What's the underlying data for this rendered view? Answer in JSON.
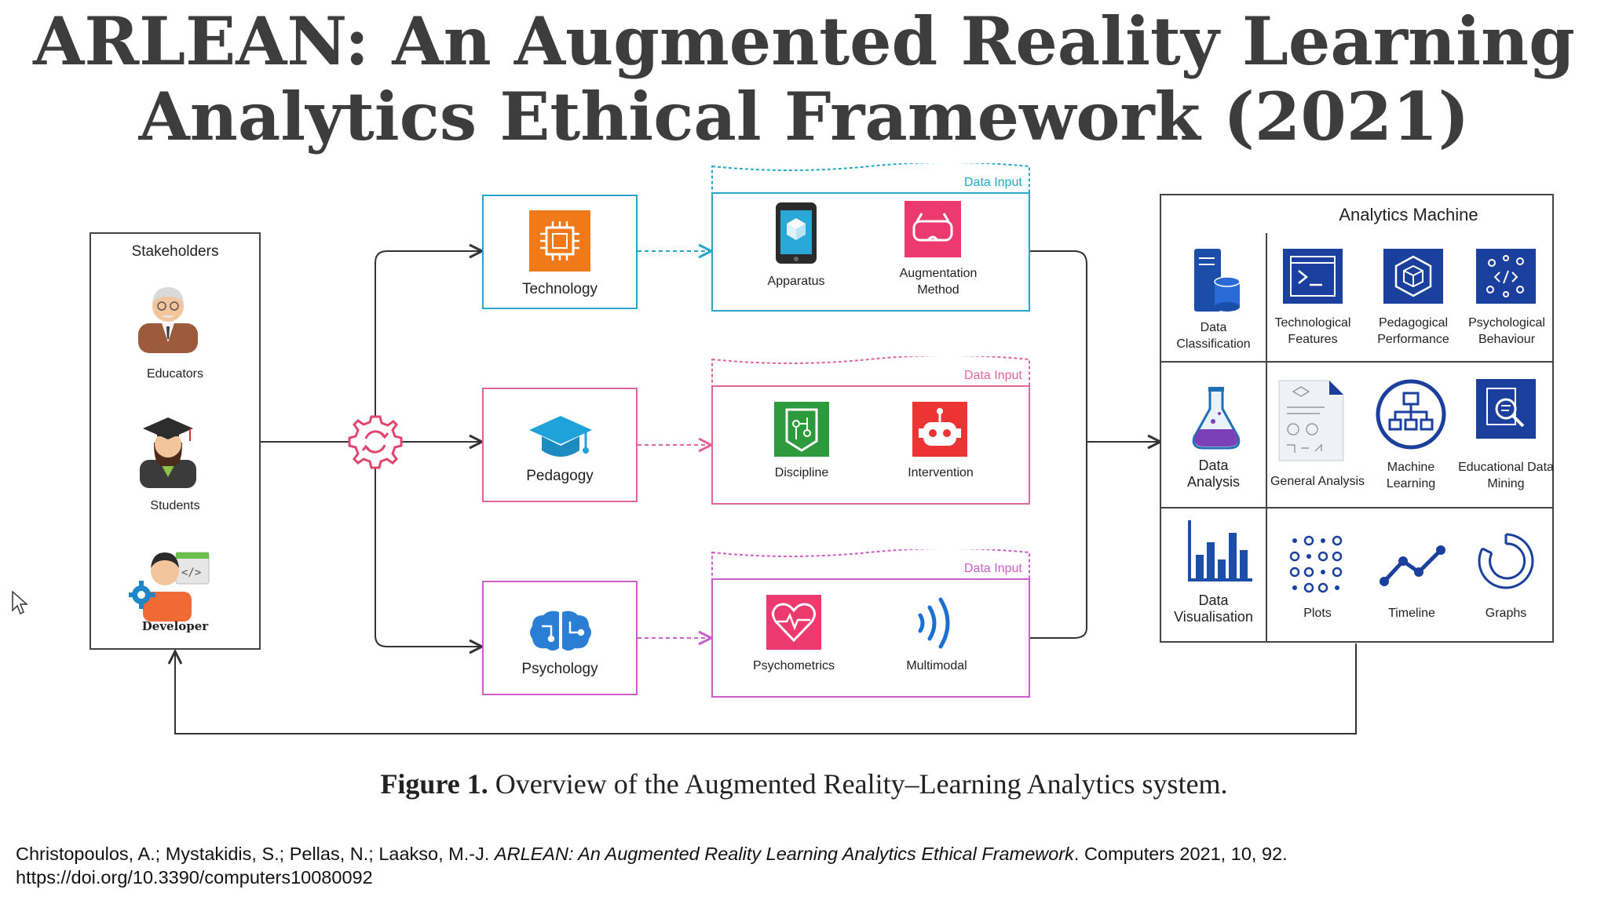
{
  "title": {
    "line1": "ARLEAN: An Augmented Reality Learning",
    "line2": "Analytics Ethical Framework (2021)"
  },
  "stakeholders": {
    "heading": "Stakeholders",
    "items": [
      "Educators",
      "Students",
      "Developer"
    ]
  },
  "hub_icon": "sync-gear-icon",
  "pillars": [
    {
      "label": "Technology",
      "color": "#26a7c8",
      "icon": "chip-icon",
      "icon_color": "#f07a1a",
      "data_input": "Data Input",
      "inputs": [
        "Apparatus",
        "Augmentation\nMethod"
      ]
    },
    {
      "label": "Pedagogy",
      "color": "#e0669a",
      "icon": "graduation-cap-icon",
      "icon_color": "#1fa1d9",
      "data_input": "Data Input",
      "inputs": [
        "Discipline",
        "Intervention"
      ]
    },
    {
      "label": "Psychology",
      "color": "#cc5ecb",
      "icon": "brain-icon",
      "icon_color": "#2a7fd4",
      "data_input": "Data Input",
      "inputs": [
        "Psychometrics",
        "Multimodal"
      ]
    }
  ],
  "analytics": {
    "heading": "Analytics Machine",
    "rows": [
      {
        "category": "Data\nClassification",
        "items": [
          "Technological\nFeatures",
          "Pedagogical\nPerformance",
          "Psychological\nBehaviour"
        ]
      },
      {
        "category": "Data\nAnalysis",
        "items": [
          "General Analysis",
          "Machine\nLearning",
          "Educational Data\nMining"
        ]
      },
      {
        "category": "Data\nVisualisation",
        "items": [
          "Plots",
          "Timeline",
          "Graphs"
        ]
      }
    ]
  },
  "caption": {
    "label": "Figure 1.",
    "text": "Overview of the Augmented Reality–Learning Analytics system."
  },
  "citation": {
    "authors": "Christopoulos, A.; Mystakidis, S.; Pellas, N.; Laakso, M.-J. ",
    "work": "ARLEAN: An Augmented Reality Learning Analytics Ethical Framework",
    "rest": ". Computers 2021, 10, 92.",
    "doi": "https://doi.org/10.3390/computers10080092"
  }
}
